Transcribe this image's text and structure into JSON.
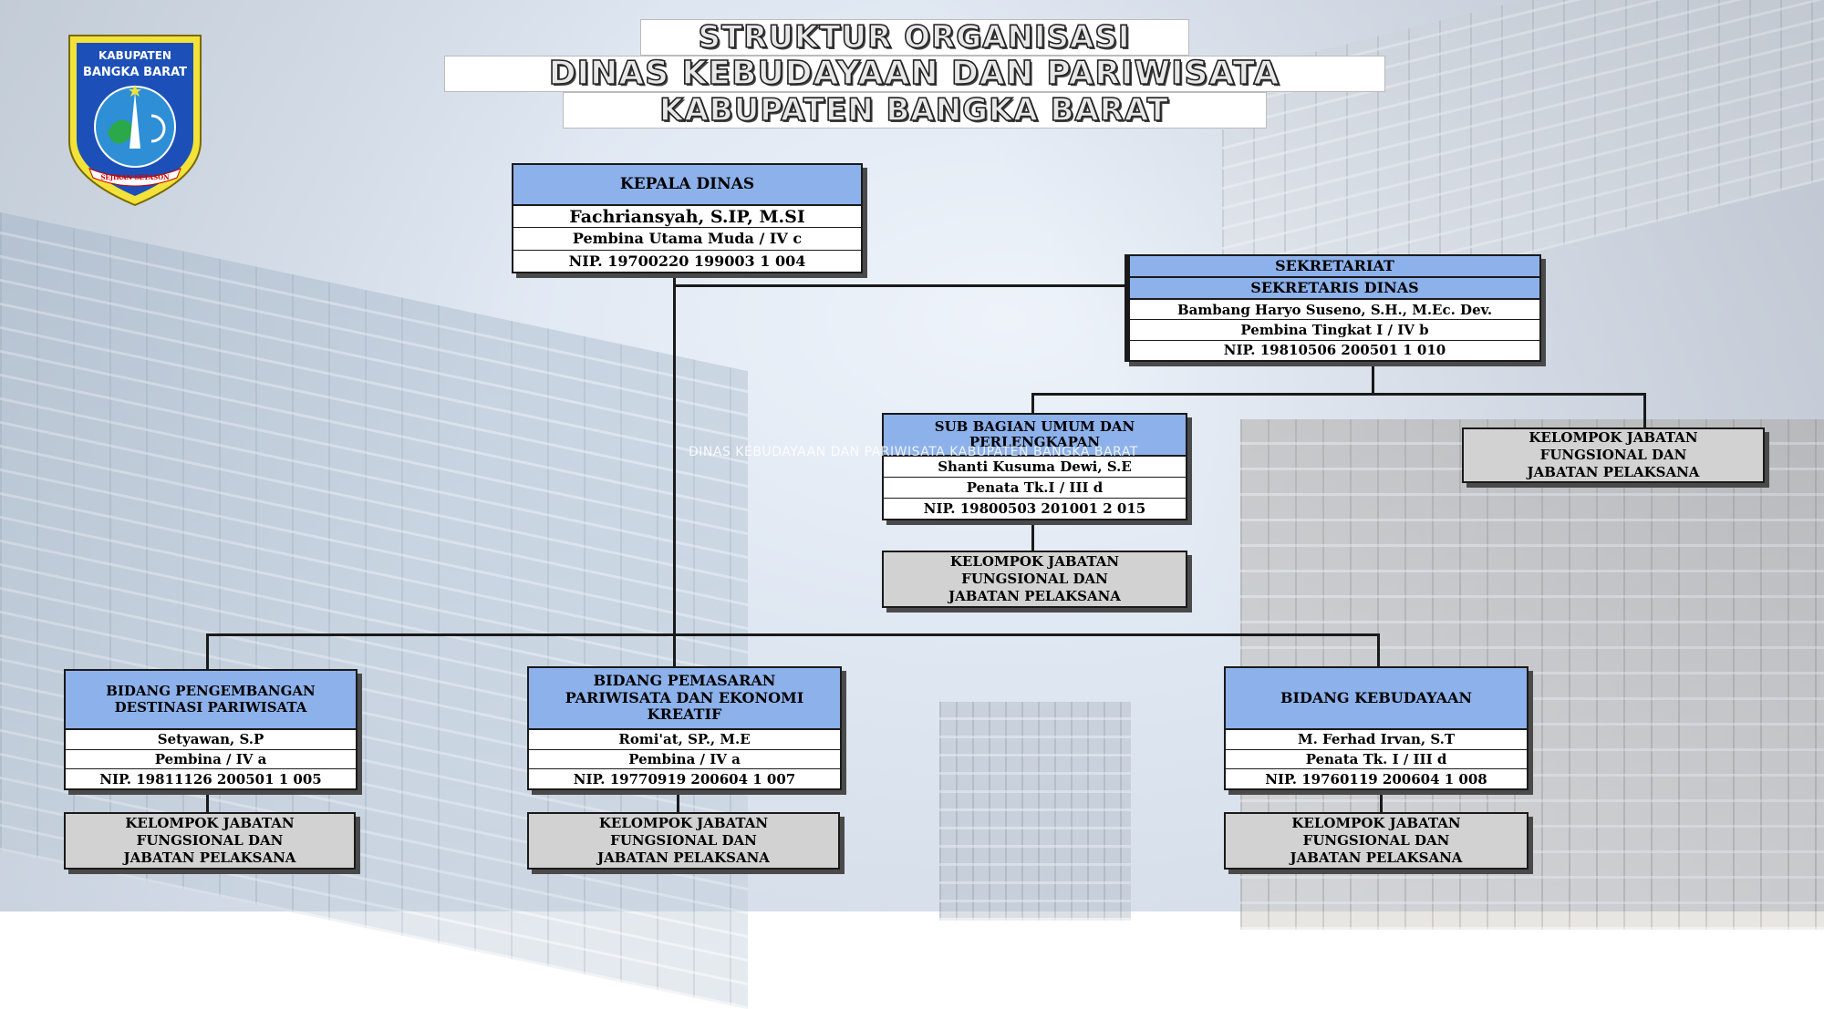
{
  "title": {
    "line1": "STRUKTUR ORGANISASI",
    "line2": "DINAS KEBUDAYAAN DAN PARIWISATA",
    "line3": "KABUPATEN BANGKA BARAT"
  },
  "logo": {
    "top_text": "KABUPATEN",
    "arc_text": "BANGKA BARAT",
    "motto": "SEJIRAN SETASON"
  },
  "watermark": "DINAS KEBUDAYAAN DAN PARIWISATA KABUPATEN BANGKA BARAT",
  "kepala": {
    "header": "KEPALA DINAS",
    "name": "Fachriansyah, S.IP, M.SI",
    "rank": "Pembina Utama Muda / IV c",
    "nip": "NIP. 19700220 199003 1 004"
  },
  "sekretariat": {
    "header": "SEKRETARIAT",
    "subheader": "SEKRETARIS DINAS",
    "name": "Bambang Haryo Suseno, S.H., M.Ec. Dev.",
    "rank": "Pembina Tingkat I / IV b",
    "nip": "NIP.  19810506 200501 1 010"
  },
  "subbagian": {
    "header": "SUB BAGIAN UMUM DAN PERLENGKAPAN",
    "name": "Shanti Kusuma Dewi, S.E",
    "rank": "Penata Tk.I / III d",
    "nip": "NIP. 19800503 201001 2 015"
  },
  "bidang_destinasi": {
    "header": "BIDANG PENGEMBANGAN DESTINASI PARIWISATA",
    "name": "Setyawan, S.P",
    "rank": "Pembina / IV a",
    "nip": "NIP. 19811126 200501 1 005"
  },
  "bidang_pemasaran": {
    "header": "BIDANG PEMASARAN PARIWISATA DAN EKONOMI KREATIF",
    "name": "Romi'at, SP., M.E",
    "rank": "Pembina / IV a",
    "nip": "NIP. 19770919 200604 1 007"
  },
  "bidang_kebudayaan": {
    "header": "BIDANG KEBUDAYAAN",
    "name": "M. Ferhad Irvan, S.T",
    "rank": "Penata Tk. I / III d",
    "nip": "NIP.  19760119 200604 1 008"
  },
  "kelompok_label": "KELOMPOK JABATAN\nFUNGSIONAL DAN\nJABATAN PELAKSANA",
  "colors": {
    "header_fill": "#8db1ea",
    "group_fill": "#d2d2d2",
    "line": "#1a1a1a"
  }
}
